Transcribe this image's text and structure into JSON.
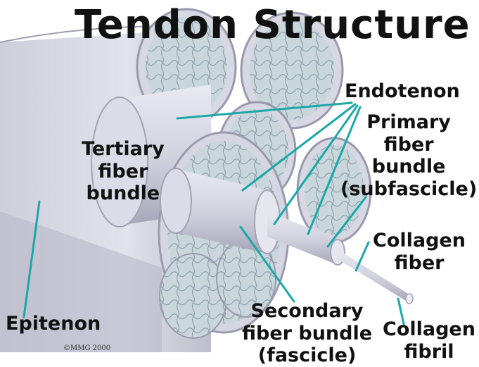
{
  "title": "Tendon Structure",
  "labels": {
    "endotenon": "Endotenon",
    "primary": [
      "Primary",
      "fiber",
      "bundle",
      "(subfascicle)"
    ],
    "tertiary": [
      "Tertiary",
      "fiber",
      "bundle"
    ],
    "collagen_fiber": [
      "Collagen",
      "fiber"
    ],
    "epitenon": "Epitenon",
    "secondary": [
      "Secondary",
      "fiber bundle",
      "(fascicle)"
    ],
    "collagen_fibril": [
      "Collagen",
      "fibril"
    ]
  },
  "copyright": "©MMG 2000",
  "colors": {
    "leader_line": "#1aa8a8",
    "tissue": "#d9d9e6",
    "tissue_shadow": "#a9a9bb",
    "fibril_face": "#c6d3d8"
  }
}
